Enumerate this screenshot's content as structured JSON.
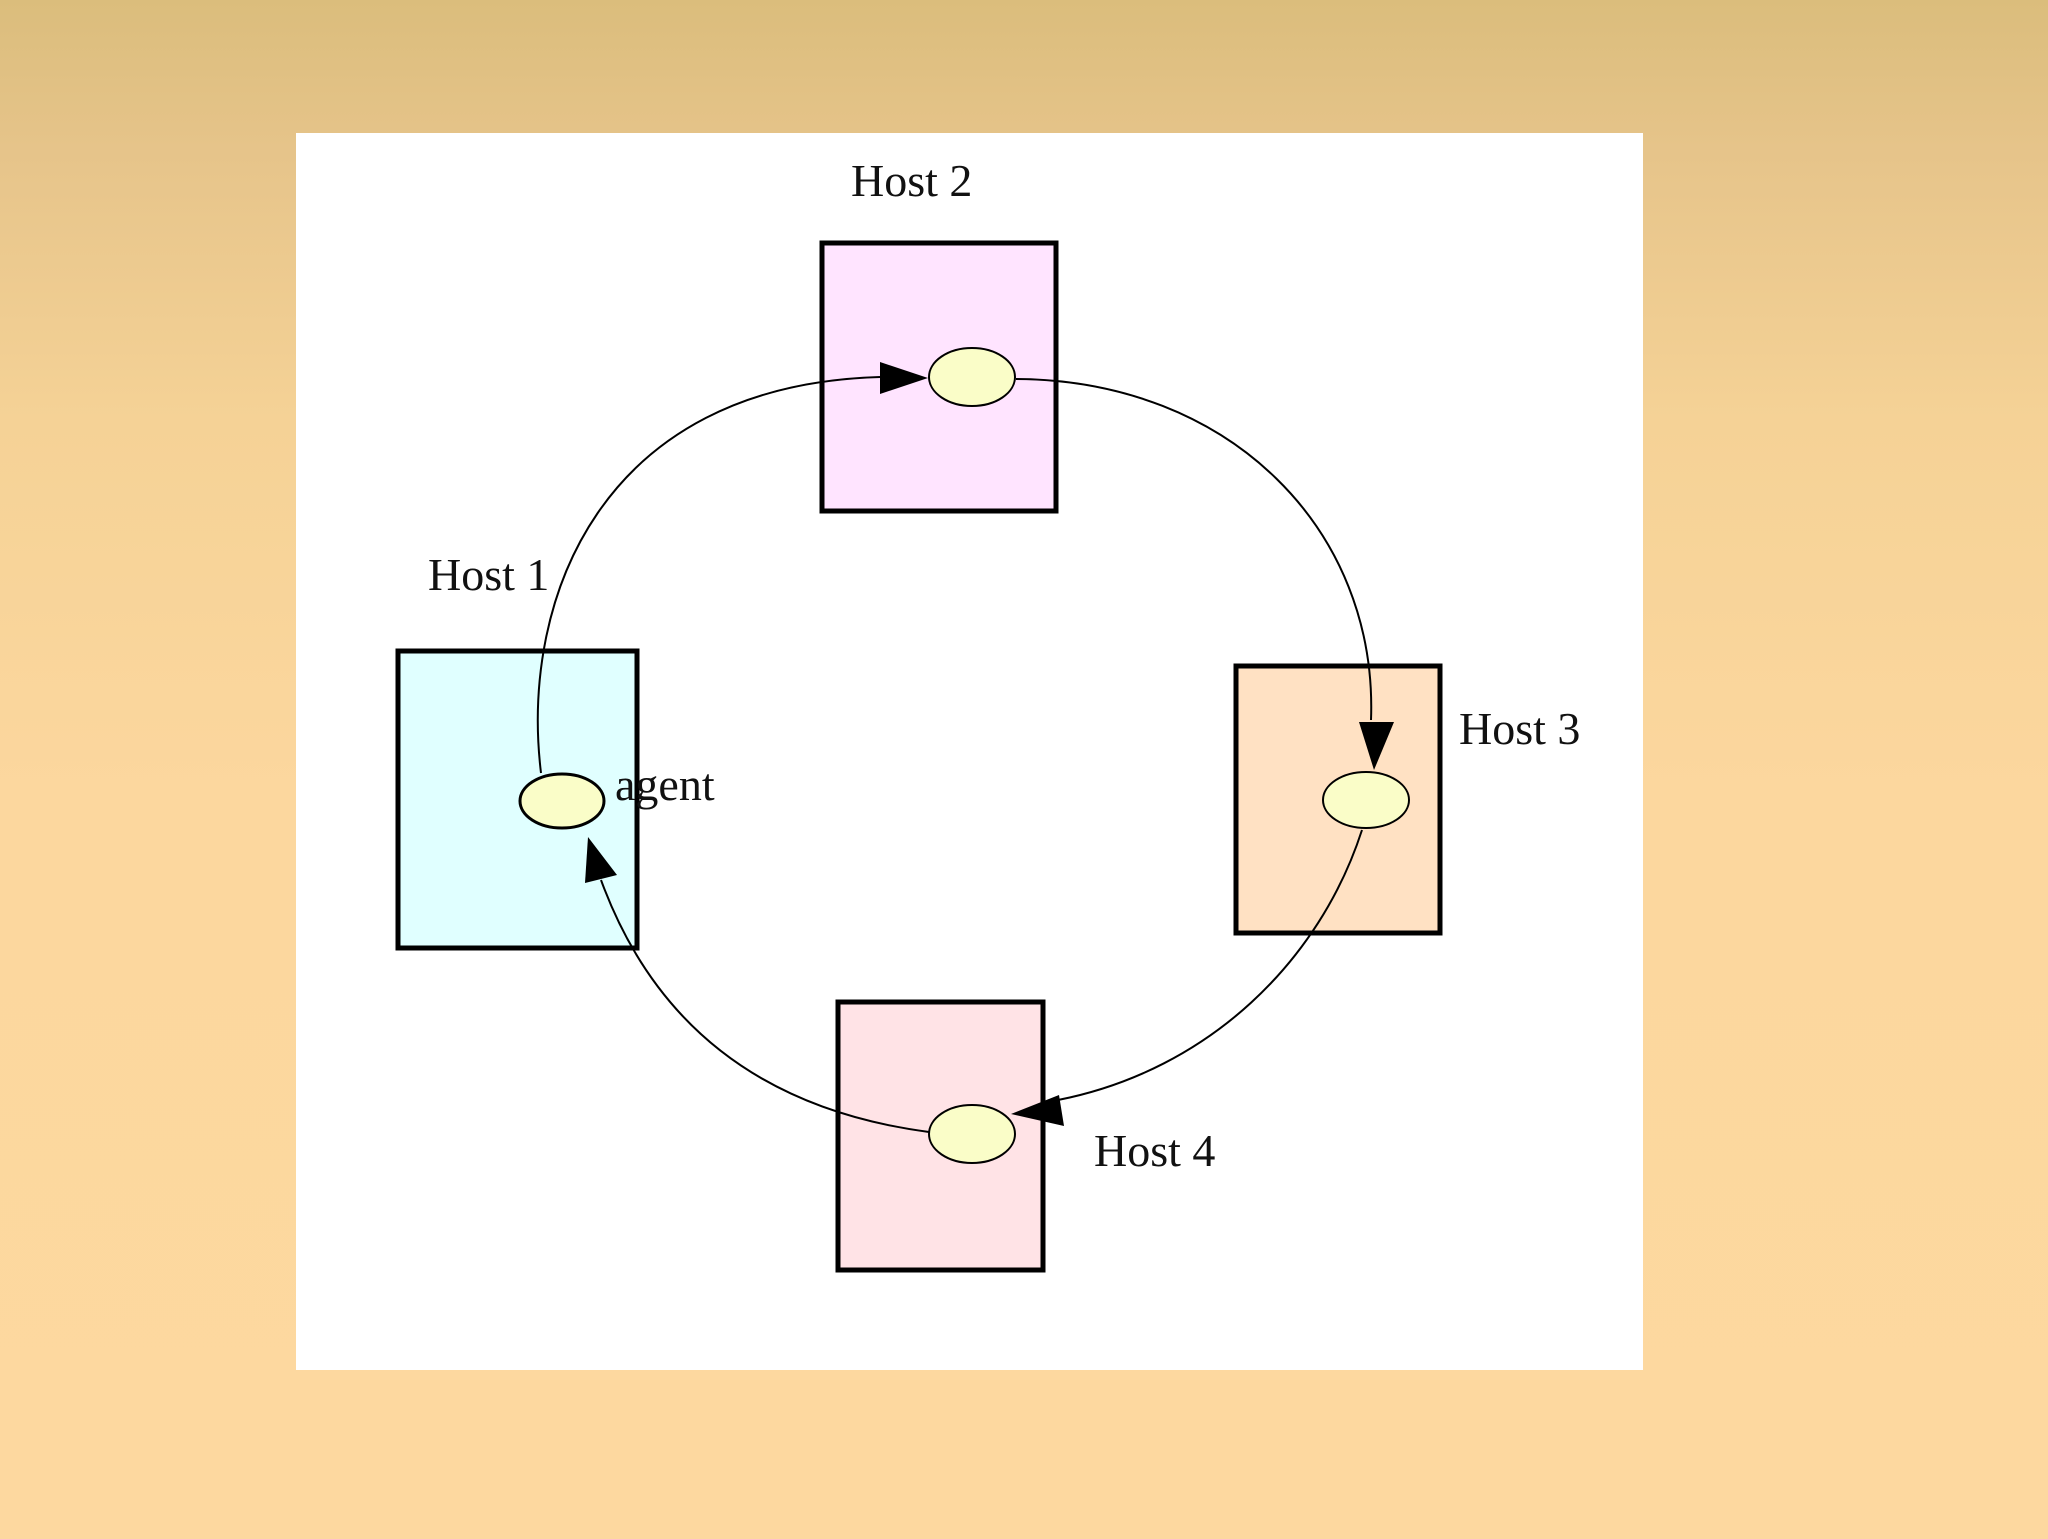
{
  "hosts": [
    {
      "label": "Host 1",
      "fill": "#e0ffff"
    },
    {
      "label": "Host 2",
      "fill": "#ffe4ff"
    },
    {
      "label": "Host 3",
      "fill": "#ffe1c3"
    },
    {
      "label": "Host 4",
      "fill": "#ffe3e6"
    }
  ],
  "agent_label": "agent",
  "colors": {
    "canvas": "#ffffff",
    "node_fill": "#fafdc8",
    "stroke": "#000000"
  }
}
